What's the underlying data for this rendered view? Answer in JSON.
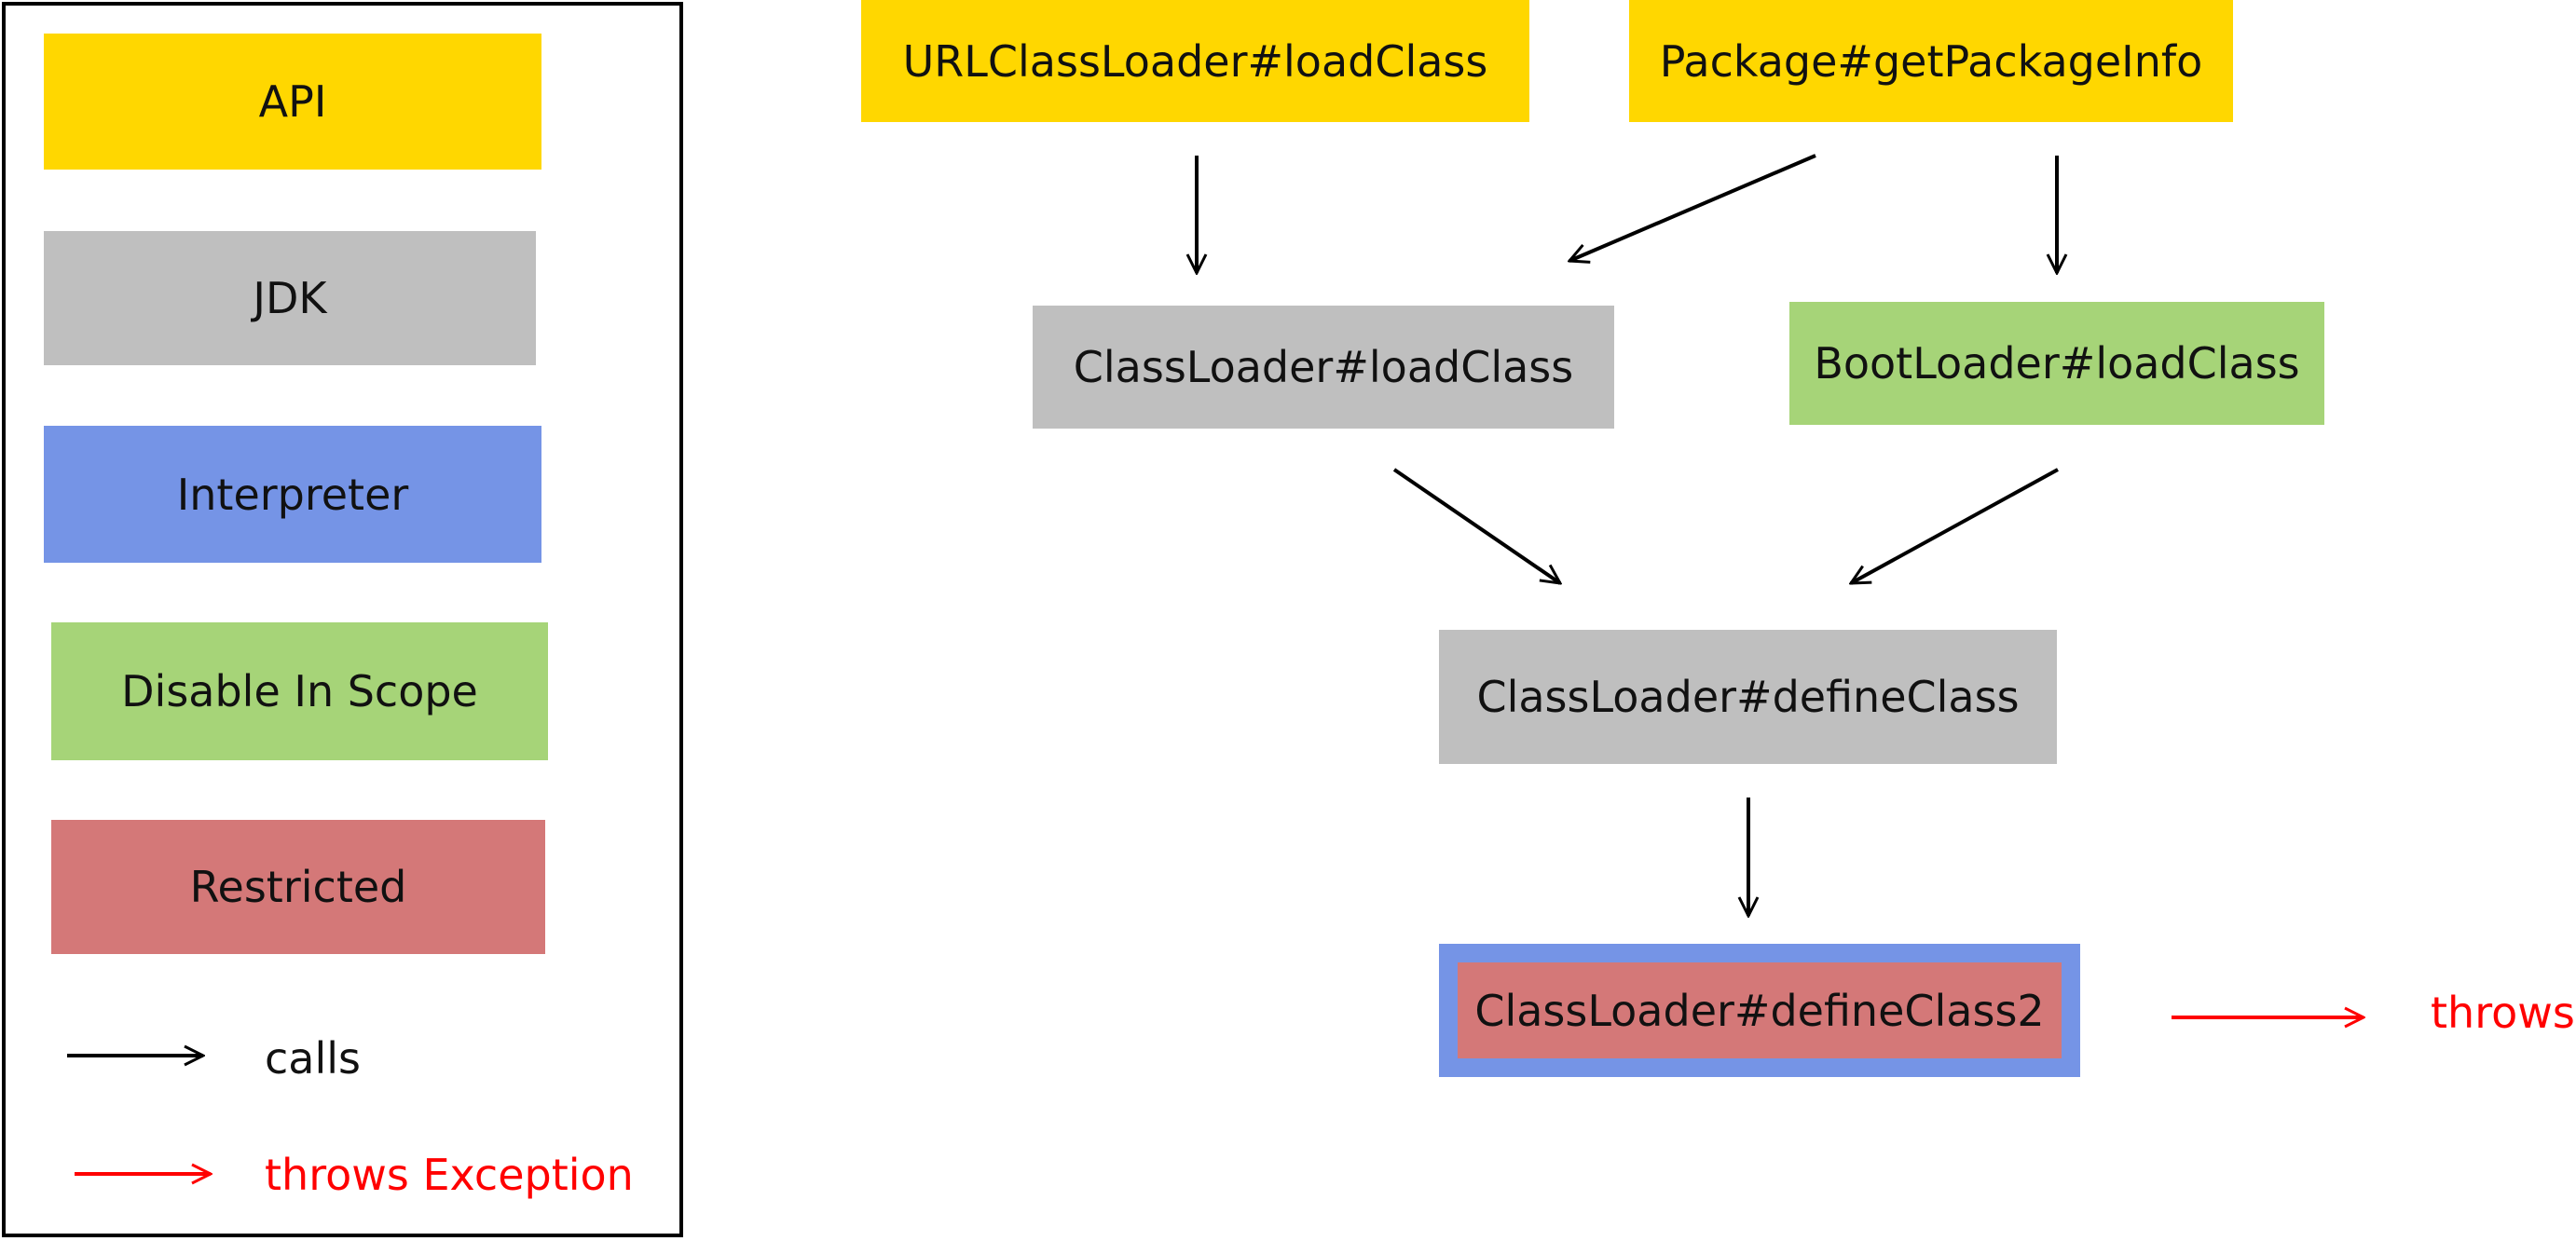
{
  "colors": {
    "api": "#FFD700",
    "jdk": "#BFBFBF",
    "interpreter": "#7594E6",
    "disable_in_scope": "#A6D478",
    "restricted": "#D47878",
    "calls_arrow": "#000000",
    "throws_arrow": "#FF0000"
  },
  "legend": {
    "api": "API",
    "jdk": "JDK",
    "interpreter": "Interpreter",
    "disable_in_scope": "Disable In Scope",
    "restricted": "Restricted",
    "calls": "calls",
    "throws_exception": "throws Exception"
  },
  "nodes": {
    "urlclassloader_loadclass": "URLClassLoader#loadClass",
    "package_getpackageinfo": "Package#getPackageInfo",
    "classloader_loadclass": "ClassLoader#loadClass",
    "bootloader_loadclass": "BootLoader#loadClass",
    "classloader_defineclass": "ClassLoader#defineClass",
    "classloader_defineclass2": "ClassLoader#defineClass2"
  },
  "throws_label": "throws"
}
